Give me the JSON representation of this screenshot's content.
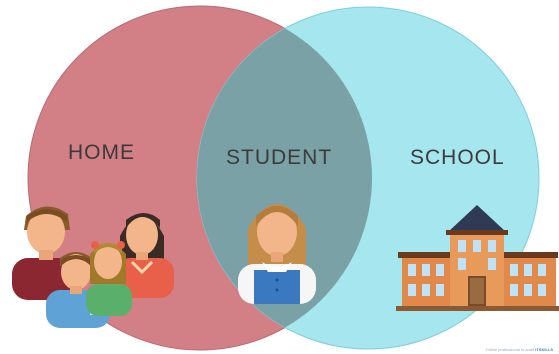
{
  "diagram": {
    "type": "venn",
    "sets": [
      {
        "id": "home",
        "label": "HOME",
        "color": "#d27f86"
      },
      {
        "id": "school",
        "label": "SCHOOL",
        "color": "#a6e6ee"
      }
    ],
    "intersection": {
      "label": "STUDENT",
      "color": "#7aa1a6"
    },
    "icons": [
      "family-icon",
      "student-icon",
      "school-building-icon"
    ]
  },
  "credit": {
    "text": "Online professional to audit",
    "brand": "ITSKILLS"
  }
}
